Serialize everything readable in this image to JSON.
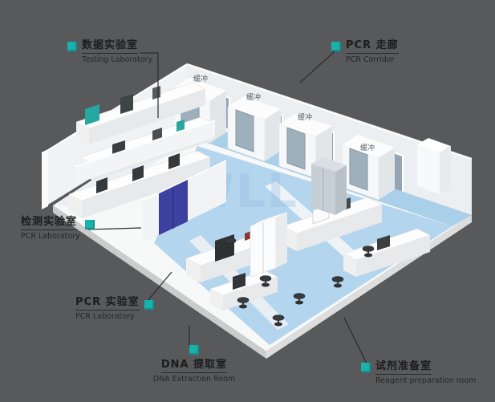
{
  "scene": {
    "watermark": "WLL",
    "buffer_labels": [
      "缓冲",
      "缓冲",
      "缓冲",
      "缓冲"
    ]
  },
  "callouts": [
    {
      "zh": "数据实验室",
      "en": "Testing Laboratory"
    },
    {
      "zh": "PCR 走廊",
      "en": "PCR Corridor"
    },
    {
      "zh": "检测实验室",
      "en": "PCR Laboratory"
    },
    {
      "zh": "PCR 实验室",
      "en": "PCR Laboratory"
    },
    {
      "zh": "DNA 提取室",
      "en": "DNA Extraction Room"
    },
    {
      "zh": "试剂准备室",
      "en": "Reagent preparation room"
    }
  ],
  "colors": {
    "background": "#58595b",
    "accent_teal": "#18b2ac",
    "label_text": "#1c1c1c",
    "floor_blue": "#b3d5ee",
    "corridor_blue": "#a9cfe9",
    "wall_white": "#f1f2f3",
    "window_glass": "#93a4b3",
    "door_purple": "#3c41a0",
    "equipment_dark": "#3a3e41"
  }
}
